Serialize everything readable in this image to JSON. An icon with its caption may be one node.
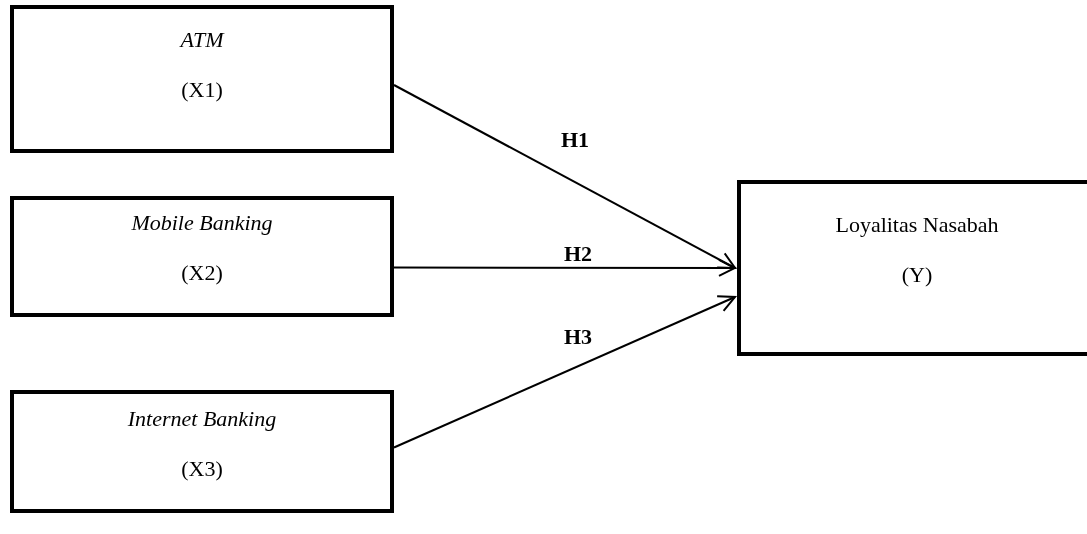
{
  "diagram": {
    "nodes": [
      {
        "text": [
          "ATM",
          "(X1)"
        ]
      },
      {
        "text": [
          "Mobile Banking",
          "(X2)"
        ]
      },
      {
        "text": [
          "Internet Banking",
          "(X3)"
        ]
      },
      {
        "text": [
          "Loyalitas Nasabah",
          "(Y)"
        ]
      }
    ],
    "edges": [
      {
        "from": 0,
        "to": 3,
        "arrow": "to",
        "label": "H1"
      },
      {
        "from": 1,
        "to": 3,
        "arrow": "to",
        "label": "H2"
      },
      {
        "from": 2,
        "to": 3,
        "arrow": "to",
        "label": "H3"
      }
    ]
  }
}
